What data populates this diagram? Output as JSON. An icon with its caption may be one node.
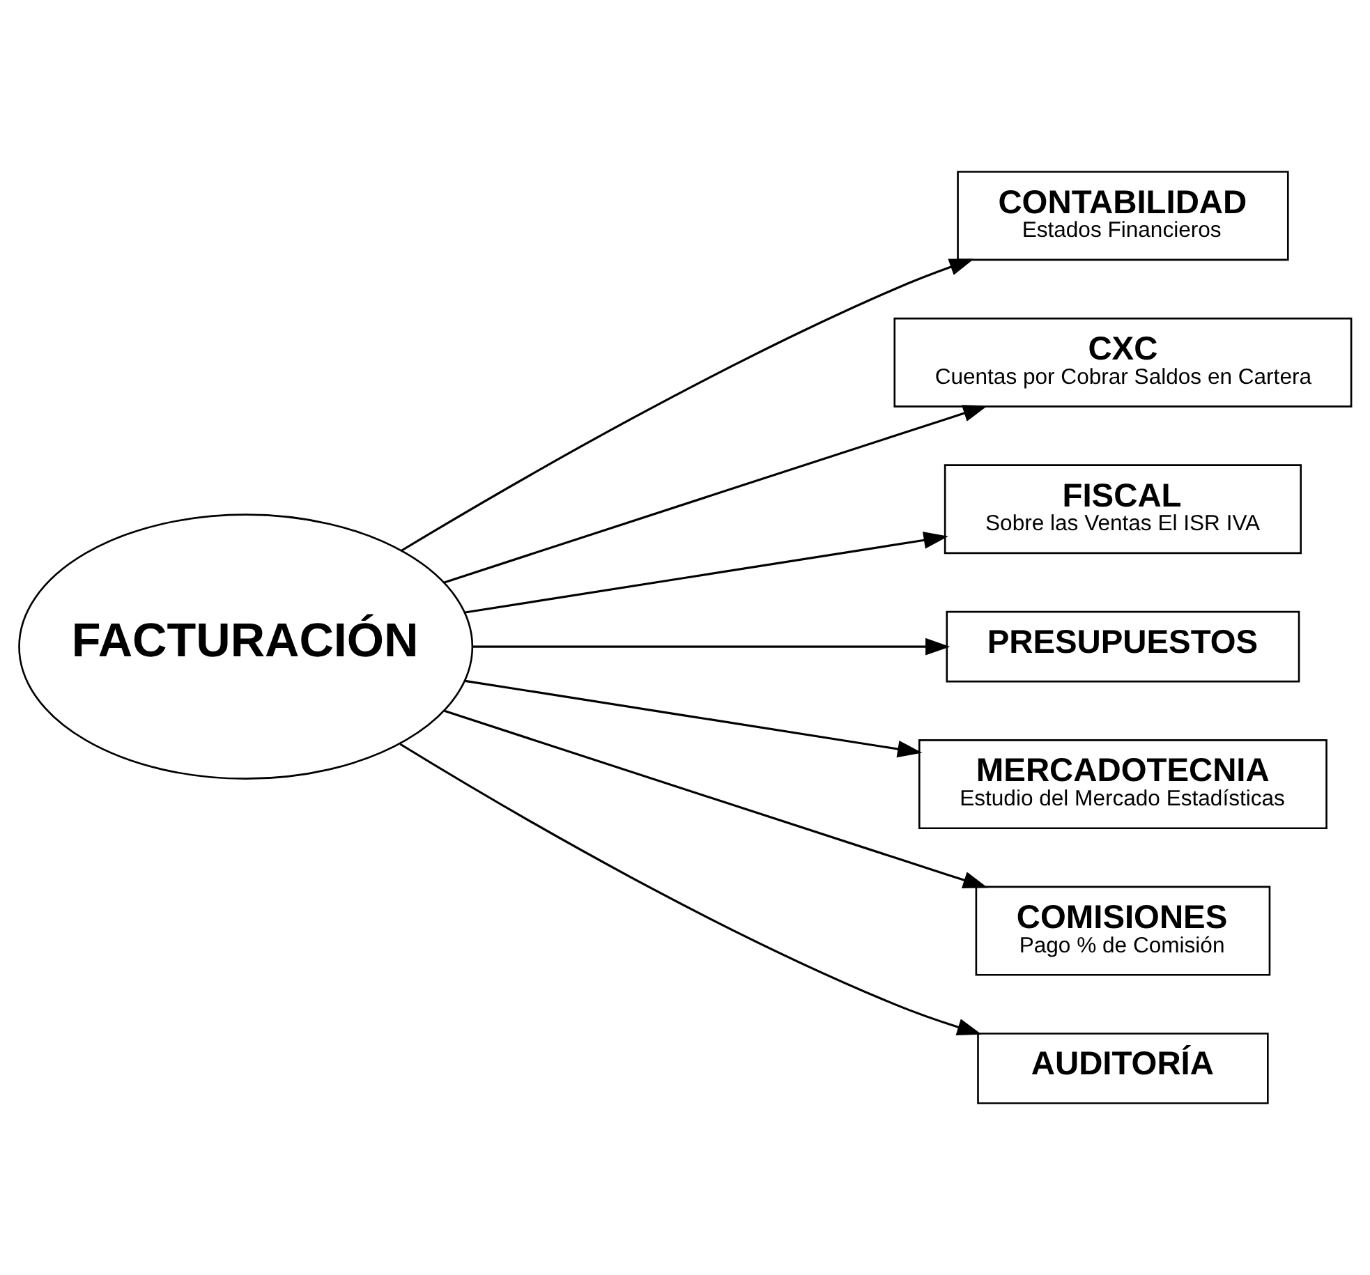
{
  "diagram": {
    "nodes": [
      {
        "text": [
          "FACTURACIÓN"
        ]
      },
      {
        "text": [
          "CONTABILIDAD",
          "Estados Financieros"
        ]
      },
      {
        "text": [
          "CXC",
          "Cuentas por Cobrar Saldos en Cartera"
        ]
      },
      {
        "text": [
          "FISCAL",
          "Sobre las Ventas El ISR IVA"
        ]
      },
      {
        "text": [
          "PRESUPUESTOS"
        ]
      },
      {
        "text": [
          "MERCADOTECNIA",
          "Estudio del Mercado Estadísticas"
        ]
      },
      {
        "text": [
          "COMISIONES",
          "Pago % de Comisión"
        ]
      },
      {
        "text": [
          "AUDITORÍA"
        ]
      }
    ],
    "edges": [
      {
        "from": 0,
        "to": 1,
        "arrow": "to"
      },
      {
        "from": 0,
        "to": 2,
        "arrow": "to"
      },
      {
        "from": 0,
        "to": 3,
        "arrow": "to"
      },
      {
        "from": 0,
        "to": 4,
        "arrow": "to"
      },
      {
        "from": 0,
        "to": 5,
        "arrow": "to"
      },
      {
        "from": 0,
        "to": 6,
        "arrow": "to"
      },
      {
        "from": 0,
        "to": 7,
        "arrow": "to"
      }
    ]
  }
}
